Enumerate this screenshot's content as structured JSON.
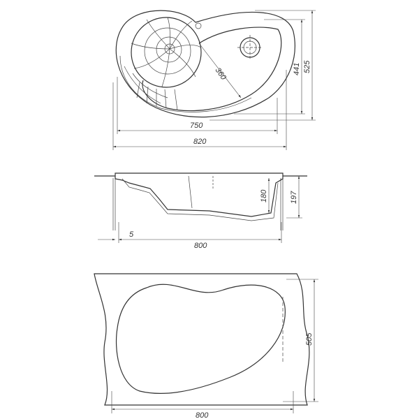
{
  "top_view": {
    "dimensions": {
      "inner_width": "750",
      "outer_width": "820",
      "inner_depth": "441",
      "outer_depth": "525",
      "bowl_radius": "360"
    }
  },
  "side_view": {
    "dimensions": {
      "bowl_depth": "180",
      "total_height": "197",
      "rim_offset": "5",
      "width": "800"
    }
  },
  "cutout_view": {
    "dimensions": {
      "height": "505",
      "width": "800"
    }
  }
}
